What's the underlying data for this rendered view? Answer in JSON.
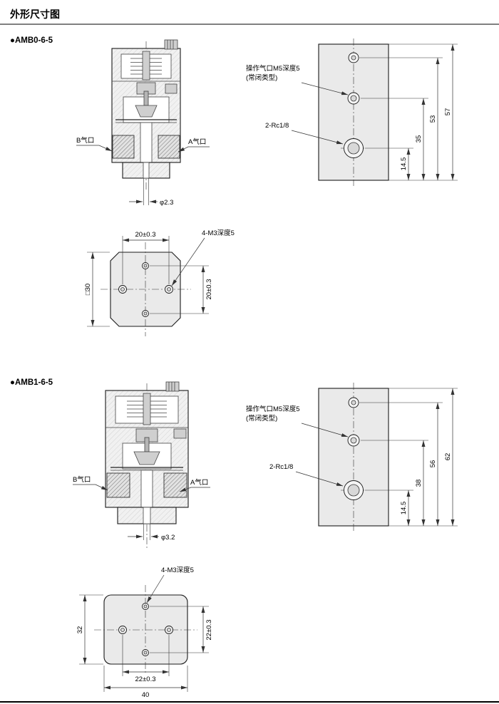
{
  "page": {
    "title": "外形尺寸图"
  },
  "sections": [
    {
      "model": "●AMB0-6-5",
      "section_view": {
        "port_b_label": "B气口",
        "port_a_label": "A气口",
        "orifice_dim": "φ2.3"
      },
      "front_view": {
        "pilot_port_label": "操作气口M5深度5",
        "pilot_port_note": "(常闭类型)",
        "port_label": "2-Rc1/8",
        "dim_port": "14.5",
        "dim_mid": "35",
        "dim_top": "53",
        "dim_total": "57"
      },
      "bottom_view": {
        "dim_pitch_h": "20±0.3",
        "thread_label": "4-M3深度5",
        "dim_body": "□30",
        "dim_pitch_v": "20±0.3"
      }
    },
    {
      "model": "●AMB1-6-5",
      "section_view": {
        "port_b_label": "B气口",
        "port_a_label": "A气口",
        "orifice_dim": "φ3.2"
      },
      "front_view": {
        "pilot_port_label": "操作气口M5深度5",
        "pilot_port_note": "(常闭类型)",
        "port_label": "2-Rc1/8",
        "dim_port": "14.5",
        "dim_mid": "38",
        "dim_top": "56",
        "dim_total": "62"
      },
      "bottom_view": {
        "thread_label": "4-M3深度5",
        "dim_height": "32",
        "dim_pitch_v": "22±0.3",
        "dim_pitch_h": "22±0.3",
        "dim_width": "40"
      }
    }
  ]
}
